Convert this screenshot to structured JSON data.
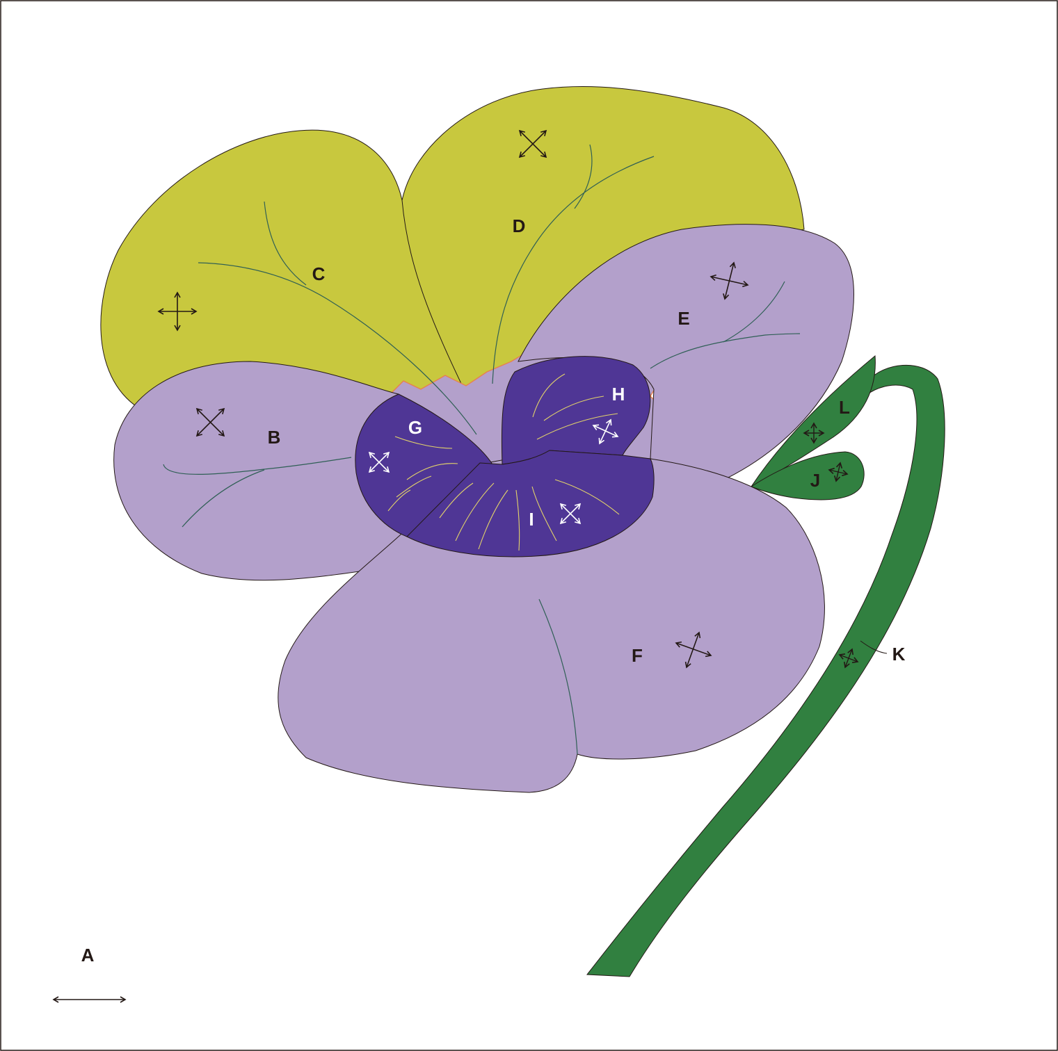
{
  "labels": {
    "A": "A",
    "B": "B",
    "C": "C",
    "D": "D",
    "E": "E",
    "F": "F",
    "G": "G",
    "H": "H",
    "I": "I",
    "J": "J",
    "K": "K",
    "L": "L"
  },
  "colors": {
    "upper_petal": "#c8c83e",
    "side_petal": "#b3a0cb",
    "inner_petal": "#4f3695",
    "stem": "#318040",
    "vein": "#2f5f55",
    "inner_vein": "#e3d36a",
    "ruffle": "#e8804e",
    "outline": "#231815",
    "label_dark": "#231815",
    "label_light": "#ffffff"
  },
  "icons": {
    "A": "horizontal-double-arrow-icon",
    "B": "diagonal-four-way-arrow-icon",
    "C": "four-way-arrow-icon",
    "D": "diagonal-four-way-arrow-icon",
    "E": "four-way-arrow-icon",
    "F": "four-way-arrow-icon",
    "G": "diagonal-four-way-arrow-icon",
    "H": "four-way-arrow-icon",
    "I": "diagonal-four-way-arrow-icon",
    "J": "four-way-arrow-icon",
    "K": "four-way-arrow-icon",
    "L": "four-way-arrow-icon"
  }
}
